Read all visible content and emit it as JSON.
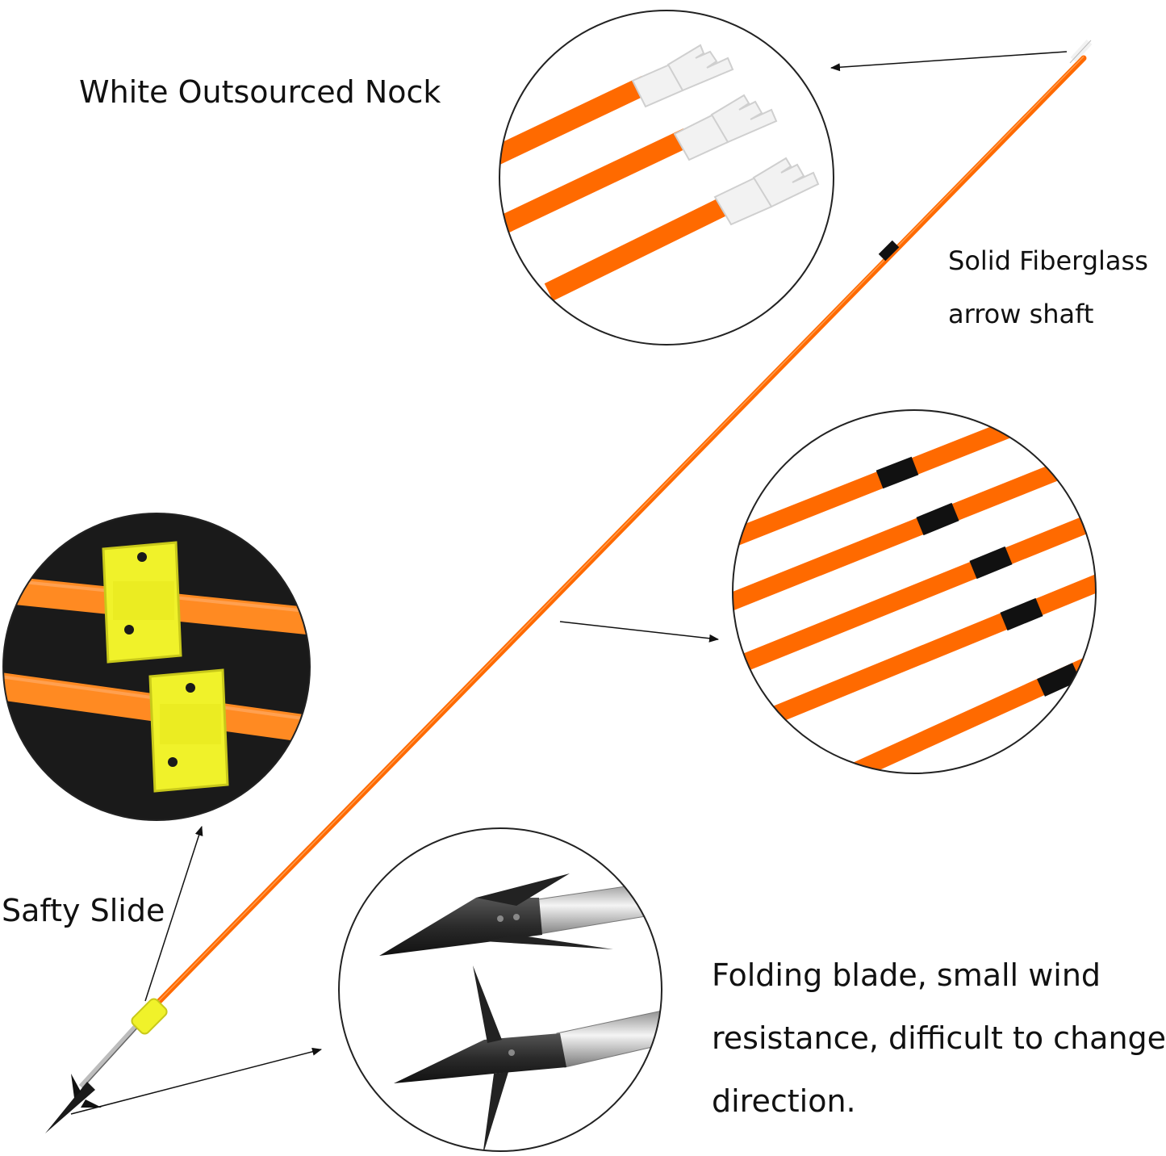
{
  "callouts": {
    "nock": {
      "label": "White Outsourced Nock"
    },
    "shaft": {
      "line1": "Solid Fiberglass",
      "line2": "arrow shaft"
    },
    "slide": {
      "label": "Safty Slide"
    },
    "blade": {
      "line1": "Folding blade, small wind",
      "line2": "resistance, difficult to change",
      "line3": "direction."
    }
  },
  "colors": {
    "shaft": "#ff6a00",
    "shaft_band": "#111111",
    "nock": "#f2f2f2",
    "slide": "#f0f22a",
    "slide_bg": "#1a1a1a",
    "tip": "#2b2b2b",
    "steel": "#c8c8c8"
  }
}
